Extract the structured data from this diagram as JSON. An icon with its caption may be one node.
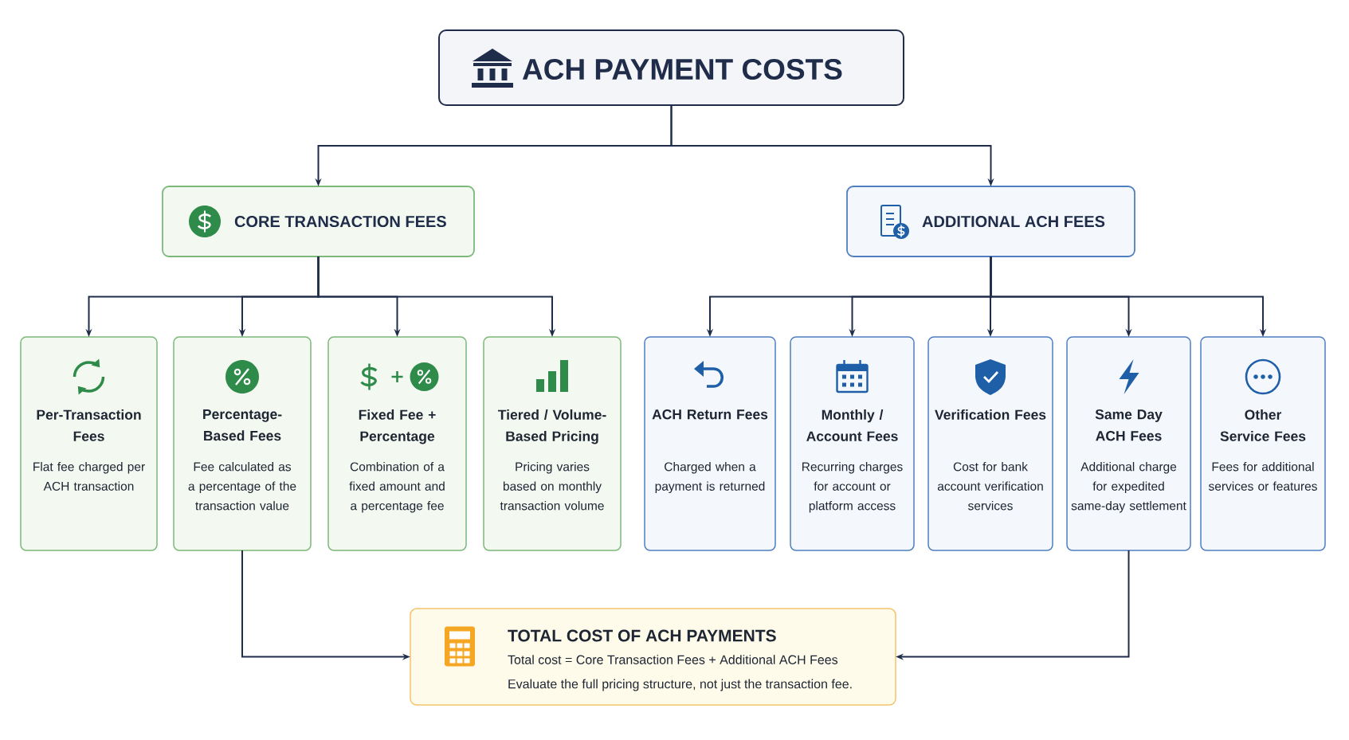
{
  "diagram": {
    "nodes": [
      {
        "text": [
          "ACH PAYMENT COSTS"
        ]
      },
      {
        "text": [
          "CORE TRANSACTION FEES"
        ]
      },
      {
        "text": [
          "ADDITIONAL ACH FEES"
        ]
      },
      {
        "text": [
          "Per-Transaction Fees",
          "Flat fee charged per ACH transaction"
        ]
      },
      {
        "text": [
          "Percentage-Based Fees",
          "Fee calculated as a percentage of the transaction value"
        ]
      },
      {
        "text": [
          "Fixed Fee + Percentage",
          "Combination of a fixed amount and a percentage fee"
        ]
      },
      {
        "text": [
          "Tiered / Volume-Based Pricing",
          "Pricing varies based on monthly transaction volume"
        ]
      },
      {
        "text": [
          "ACH Return Fees",
          "Charged when a payment is returned"
        ]
      },
      {
        "text": [
          "Monthly / Account Fees",
          "Recurring charges for account or platform access"
        ]
      },
      {
        "text": [
          "Verification Fees",
          "Cost for bank account verification services"
        ]
      },
      {
        "text": [
          "Same Day ACH Fees",
          "Additional charge for expedited same-day settlement"
        ]
      },
      {
        "text": [
          "Other Service Fees",
          "Fees for additional services or features"
        ]
      },
      {
        "text": [
          "TOTAL COST OF ACH PAYMENTS",
          "Total cost = Core Transaction Fees + Additional ACH Fees",
          "Evaluate the full pricing structure, not just the transaction fee."
        ]
      }
    ],
    "edges": [
      {
        "from": 0,
        "to": 1,
        "arrow": "to"
      },
      {
        "from": 0,
        "to": 2,
        "arrow": "to"
      },
      {
        "from": 1,
        "to": 3,
        "arrow": "to"
      },
      {
        "from": 1,
        "to": 4,
        "arrow": "to"
      },
      {
        "from": 1,
        "to": 5,
        "arrow": "to"
      },
      {
        "from": 1,
        "to": 6,
        "arrow": "to"
      },
      {
        "from": 2,
        "to": 7,
        "arrow": "to"
      },
      {
        "from": 2,
        "to": 8,
        "arrow": "to"
      },
      {
        "from": 2,
        "to": 9,
        "arrow": "to"
      },
      {
        "from": 2,
        "to": 10,
        "arrow": "to"
      },
      {
        "from": 2,
        "to": 11,
        "arrow": "to"
      },
      {
        "from": 4,
        "to": 12,
        "arrow": "to"
      },
      {
        "from": 10,
        "to": 12,
        "arrow": "to"
      }
    ]
  }
}
